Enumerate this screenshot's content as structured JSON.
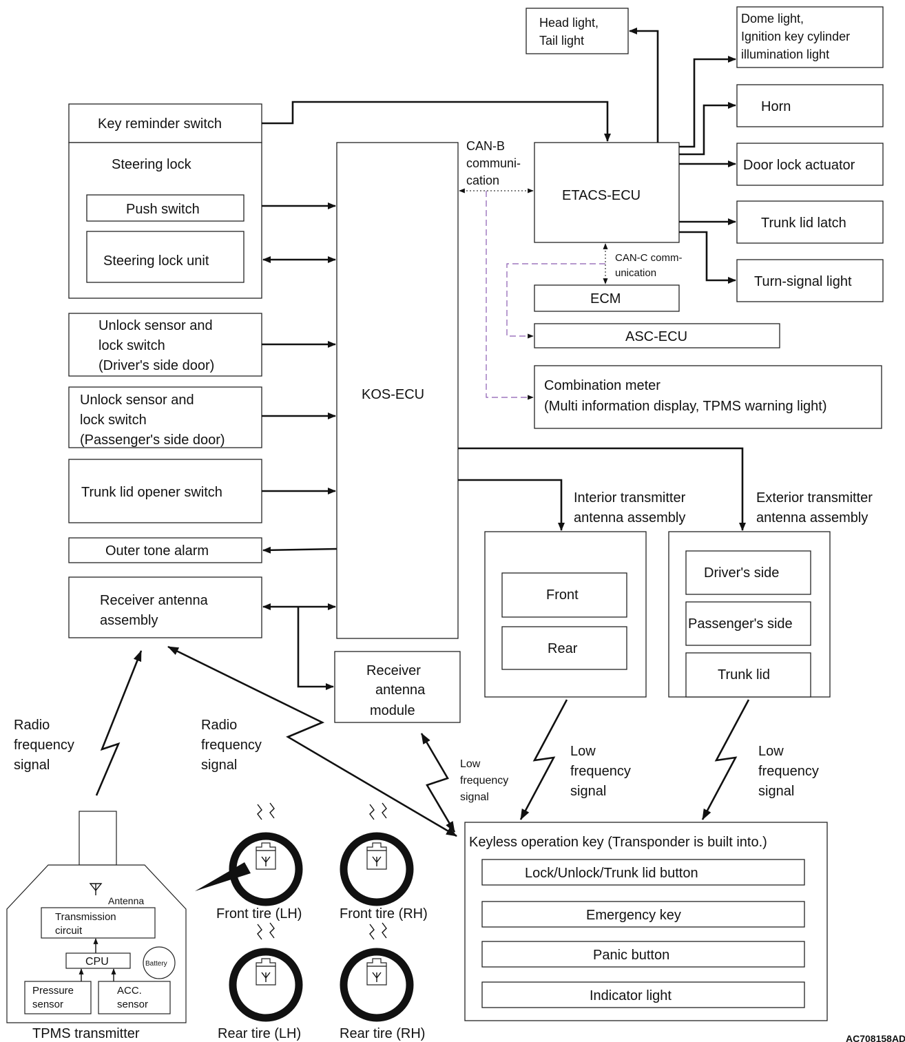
{
  "labels": {
    "head_tail": [
      "Head light,",
      "Tail light"
    ],
    "dome": [
      "Dome light,",
      "Ignition key cylinder",
      "illumination light"
    ],
    "horn": "Horn",
    "door_lock": "Door lock actuator",
    "trunk_latch": "Trunk lid latch",
    "turn_signal": "Turn-signal light",
    "key_reminder": "Key reminder switch",
    "steering_lock": "Steering lock",
    "push_switch": "Push switch",
    "steering_lock_unit": "Steering lock unit",
    "unlock_driver": [
      "Unlock sensor and",
      "lock switch",
      "(Driver's side door)"
    ],
    "unlock_passenger": [
      "Unlock sensor and",
      "lock switch",
      "(Passenger's side door)"
    ],
    "trunk_opener": "Trunk lid opener switch",
    "outer_tone": "Outer tone alarm",
    "receiver_antenna": [
      "Receiver antenna",
      "assembly"
    ],
    "kos_ecu": "KOS-ECU",
    "can_b": [
      "CAN-B",
      "communi-",
      "cation"
    ],
    "etacs": "ETACS-ECU",
    "can_c": [
      "CAN-C comm-",
      "unication"
    ],
    "ecm": "ECM",
    "asc": "ASC-ECU",
    "combination": [
      "Combination meter",
      "(Multi information display, TPMS warning light)"
    ],
    "interior_ant": [
      "Interior transmitter",
      "antenna assembly"
    ],
    "exterior_ant": [
      "Exterior transmitter",
      "antenna assembly"
    ],
    "front": "Front",
    "rear": "Rear",
    "drivers_side": "Driver's side",
    "passengers_side": "Passenger's side",
    "trunk_lid": "Trunk lid",
    "receiver_module": [
      "Receiver",
      "antenna",
      "module"
    ],
    "radio_freq_left": [
      "Radio",
      "frequency",
      "signal"
    ],
    "radio_freq_mid": [
      "Radio",
      "frequency",
      "signal"
    ],
    "low_freq_small": [
      "Low",
      "frequency",
      "signal"
    ],
    "low_freq_interior": [
      "Low",
      "frequency",
      "signal"
    ],
    "low_freq_exterior": [
      "Low",
      "frequency",
      "signal"
    ],
    "keyless_key": "Keyless operation key (Transponder is built into.)",
    "lock_button": "Lock/Unlock/Trunk lid button",
    "emergency_key": "Emergency key",
    "panic_button": "Panic button",
    "indicator_light": "Indicator light",
    "antenna": "Antenna",
    "transmission": [
      "Transmission",
      "circuit"
    ],
    "cpu": "CPU",
    "battery": "Battery",
    "pressure": [
      "Pressure",
      "sensor"
    ],
    "acc": [
      "ACC.",
      "sensor"
    ],
    "tpms": "TPMS transmitter",
    "tire_front_lh": "Front tire (LH)",
    "tire_front_rh": "Front tire (RH)",
    "tire_rear_lh": "Rear tire (LH)",
    "tire_rear_rh": "Rear tire (RH)",
    "figure_code": "AC708158AD"
  }
}
